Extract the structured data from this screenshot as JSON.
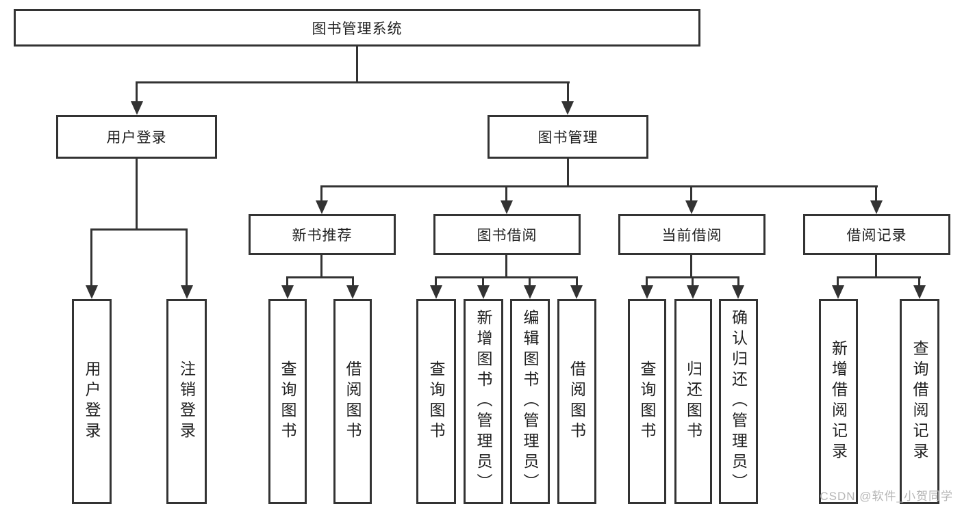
{
  "tree": {
    "root": {
      "label": "图书管理系统",
      "children": [
        {
          "label": "用户登录",
          "children": [
            {
              "label": "用户登录"
            },
            {
              "label": "注销登录"
            }
          ]
        },
        {
          "label": "图书管理",
          "children": [
            {
              "label": "新书推荐",
              "children": [
                {
                  "label": "查询图书"
                },
                {
                  "label": "借阅图书"
                }
              ]
            },
            {
              "label": "图书借阅",
              "children": [
                {
                  "label": "查询图书"
                },
                {
                  "label": "新增图书（管理员）"
                },
                {
                  "label": "编辑图书（管理员）"
                },
                {
                  "label": "借阅图书"
                }
              ]
            },
            {
              "label": "当前借阅",
              "children": [
                {
                  "label": "查询图书"
                },
                {
                  "label": "归还图书"
                },
                {
                  "label": "确认归还（管理员）"
                }
              ]
            },
            {
              "label": "借阅记录",
              "children": [
                {
                  "label": "新增借阅记录"
                },
                {
                  "label": "查询借阅记录"
                }
              ]
            }
          ]
        }
      ]
    }
  },
  "watermark": {
    "text": "CSDN @软件_小贺同学"
  },
  "colors": {
    "line": "#333333",
    "text": "#1f1f1f",
    "background": "#ffffff",
    "watermark": "#b5b5b5"
  }
}
